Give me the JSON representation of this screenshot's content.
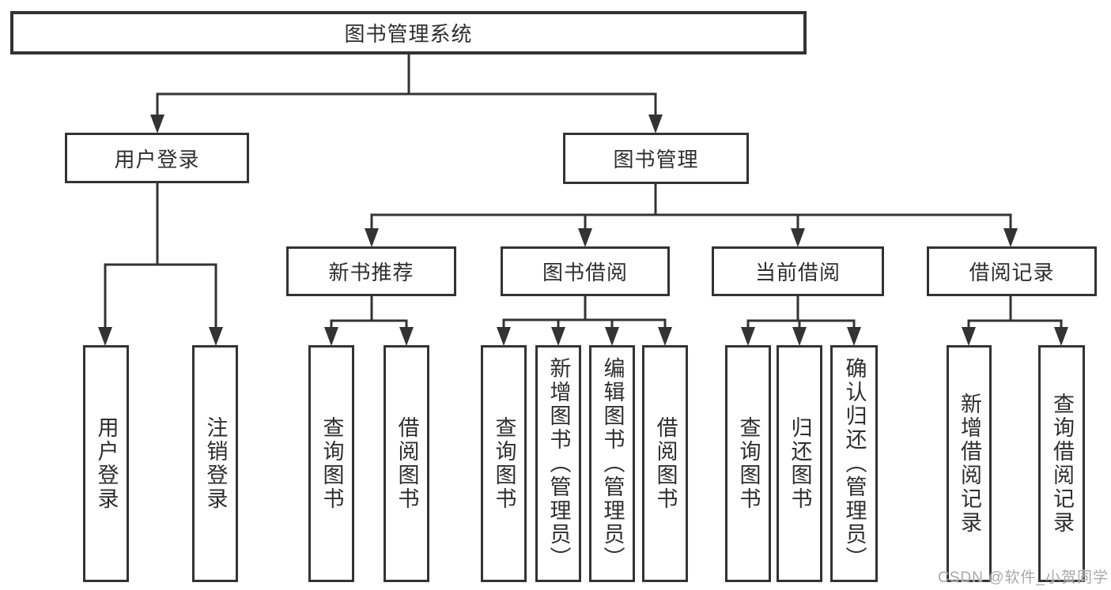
{
  "tree": {
    "root": {
      "label": "图书管理系统"
    },
    "branches": [
      {
        "label": "用户登录",
        "children": [
          {
            "label": "用户登录"
          },
          {
            "label": "注销登录"
          }
        ]
      },
      {
        "label": "图书管理",
        "children": [
          {
            "label": "新书推荐",
            "children": [
              {
                "label": "查询图书"
              },
              {
                "label": "借阅图书"
              }
            ]
          },
          {
            "label": "图书借阅",
            "children": [
              {
                "label": "查询图书"
              },
              {
                "label": "新增图书（管理员）"
              },
              {
                "label": "编辑图书（管理员）"
              },
              {
                "label": "借阅图书"
              }
            ]
          },
          {
            "label": "当前借阅",
            "children": [
              {
                "label": "查询图书"
              },
              {
                "label": "归还图书"
              },
              {
                "label": "确认归还（管理员）"
              }
            ]
          },
          {
            "label": "借阅记录",
            "children": [
              {
                "label": "新增借阅记录"
              },
              {
                "label": "查询借阅记录"
              }
            ]
          }
        ]
      }
    ]
  },
  "watermark": {
    "text": "CSDN @软件_小贺同学"
  },
  "colors": {
    "line": "#333333",
    "box_border": "#333333",
    "text": "#2e2e2e",
    "watermark": "#a8a8a8",
    "background": "#ffffff"
  }
}
